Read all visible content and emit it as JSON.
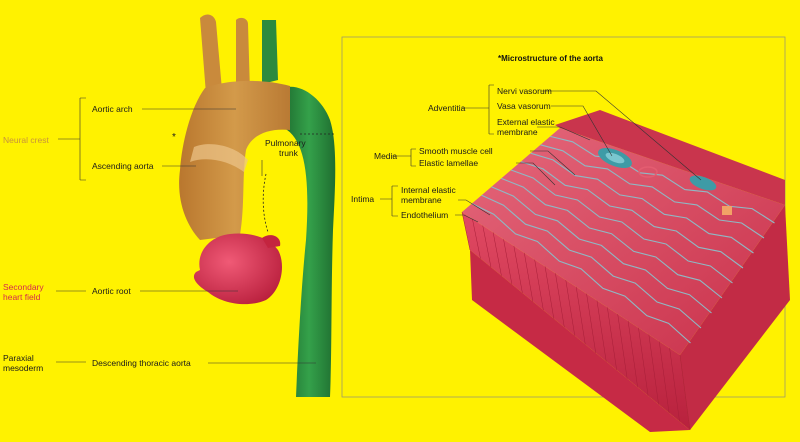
{
  "title": "*Microstructure of the aorta",
  "origins": {
    "neural_crest": "Neural crest",
    "secondary_heart_field": [
      "Secondary",
      "heart field"
    ],
    "paraxial_mesoderm": [
      "Paraxial",
      "mesoderm"
    ]
  },
  "aorta_labels": {
    "aortic_arch": "Aortic arch",
    "ascending_aorta": "Ascending aorta",
    "pulmonary_trunk": [
      "Pulmonary",
      "trunk"
    ],
    "aortic_root": "Aortic root",
    "descending_thoracic_aorta": "Descending thoracic aorta",
    "marker": "*"
  },
  "layers": {
    "adventitia": {
      "name": "Adventitia",
      "items": [
        "Nervi vasorum",
        "Vasa vasorum",
        "External elastic",
        "membrane"
      ]
    },
    "media": {
      "name": "Media",
      "items": [
        "Smooth muscle cell",
        "Elastic lamellae"
      ]
    },
    "intima": {
      "name": "Intima",
      "items": [
        "Internal elastic",
        "membrane",
        "Endothelium"
      ]
    }
  },
  "colors": {
    "background": "#FFF200",
    "neural_crest": "#C7923D",
    "secondary_heart_field": "#D62A4C",
    "paraxial_mesoderm": "#2A8C3F",
    "aorta_brown": "#C88A3A",
    "aorta_green": "#2C8A3E",
    "root_red": "#D83553",
    "tissue_red": "#D63A4F",
    "elastic_teal": "#8FB8C4"
  }
}
